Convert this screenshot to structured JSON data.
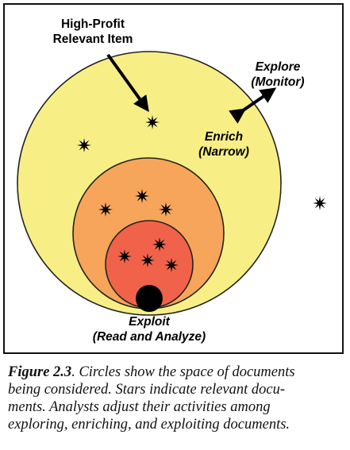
{
  "diagram": {
    "labels": {
      "high_profit_line1": "High-Profit",
      "high_profit_line2": "Relevant Item",
      "explore_line1": "Explore",
      "explore_line2": "(Monitor)",
      "enrich_line1": "Enrich",
      "enrich_line2": "(Narrow)",
      "exploit_line1": "Exploit",
      "exploit_line2": "(Read and Analyze)"
    },
    "colors": {
      "outer_circle": "#f7ef86",
      "middle_circle": "#f6a55a",
      "inner_circle": "#f0634a",
      "core_dot": "#000000",
      "outline": "#222222"
    },
    "icons": {
      "star": "star-icon",
      "arrow": "arrow-icon"
    }
  },
  "caption": {
    "figure_number": "Figure 2.3",
    "line1": ". Circles show the space of documents",
    "line2": "being considered. Stars indicate relevant docu-",
    "line3": "ments. Analysts adjust their activities among",
    "line4": "exploring, enriching, and exploiting documents."
  }
}
